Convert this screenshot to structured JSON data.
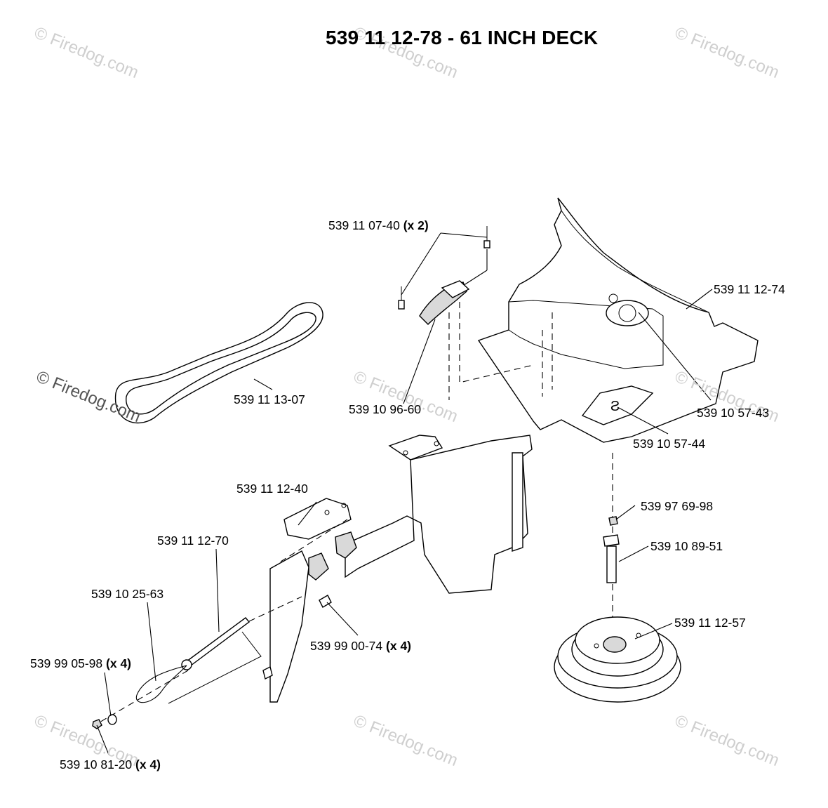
{
  "title": "539 11 12-78 - 61 INCH DECK",
  "watermark": "© Firedog.com",
  "parts": [
    {
      "id": "p1",
      "number": "539 11 07-40",
      "qty": "(x 2)"
    },
    {
      "id": "p2",
      "number": "539 11 12-74",
      "qty": ""
    },
    {
      "id": "p3",
      "number": "539 11 13-07",
      "qty": ""
    },
    {
      "id": "p4",
      "number": "539 10 96-60",
      "qty": ""
    },
    {
      "id": "p5",
      "number": "539 10 57-43",
      "qty": ""
    },
    {
      "id": "p6",
      "number": "539 10 57-44",
      "qty": ""
    },
    {
      "id": "p7",
      "number": "539 11 12-40",
      "qty": ""
    },
    {
      "id": "p8",
      "number": "539 97 69-98",
      "qty": ""
    },
    {
      "id": "p9",
      "number": "539 11 12-70",
      "qty": ""
    },
    {
      "id": "p10",
      "number": "539 10 89-51",
      "qty": ""
    },
    {
      "id": "p11",
      "number": "539 10 25-63",
      "qty": ""
    },
    {
      "id": "p12",
      "number": "539 11 12-57",
      "qty": ""
    },
    {
      "id": "p13",
      "number": "539 99 05-98",
      "qty": "(x 4)"
    },
    {
      "id": "p14",
      "number": "539 99 00-74",
      "qty": "(x 4)"
    },
    {
      "id": "p15",
      "number": "539 10 81-20",
      "qty": "(x 4)"
    }
  ]
}
